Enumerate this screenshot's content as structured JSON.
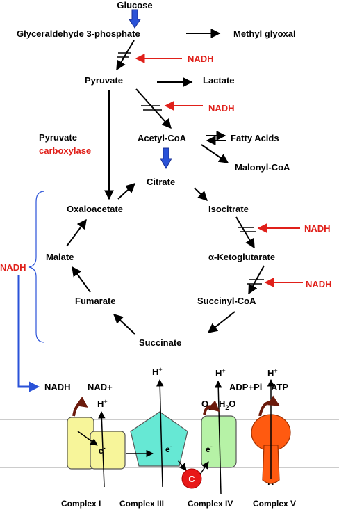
{
  "metabolites": {
    "glucose": "Glucose",
    "g3p": "Glyceraldehyde 3-phosphate",
    "methyl_glyoxal": "Methyl glyoxal",
    "pyruvate": "Pyruvate",
    "lactate": "Lactate",
    "acetyl_coa": "Acetyl-CoA",
    "fatty_acids": "Fatty Acids",
    "malonyl_coa": "Malonyl-CoA",
    "citrate": "Citrate",
    "isocitrate": "Isocitrate",
    "aketoglutarate": "α-Ketoglutarate",
    "succinyl_coa": "Succinyl-CoA",
    "succinate": "Succinate",
    "fumarate": "Fumarate",
    "malate": "Malate",
    "oxaloacetate": "Oxaloacetate"
  },
  "enzyme": {
    "line1": "Pyruvate",
    "line2": "carboxylase"
  },
  "inhibitor": "NADH",
  "etc": {
    "nadh": "NADH",
    "nad": "NAD+",
    "h_plus": "H",
    "plus_sup": "+",
    "o2": "O",
    "o2_sub": "2",
    "h2o_h": "H",
    "h2o_sub": "2",
    "h2o_o": "O",
    "adp": "ADP+Pi",
    "atp": "ATP",
    "electron": "e",
    "minus_sup": "-",
    "cytc": "C",
    "complex1": "Complex I",
    "complex3": "Complex III",
    "complex4": "Complex IV",
    "complex5": "Complex V"
  },
  "colors": {
    "inhibitor_red": "#e0201a",
    "flux_blue": "#2a52d8",
    "complex1": "#f7f59a",
    "complex3": "#66e8d4",
    "complex4": "#b6f2a6",
    "complex5": "#ff5a10",
    "cytc": "#e81818",
    "membrane": "#9a9a9a",
    "proton_arrow": "#6b1a0c"
  }
}
